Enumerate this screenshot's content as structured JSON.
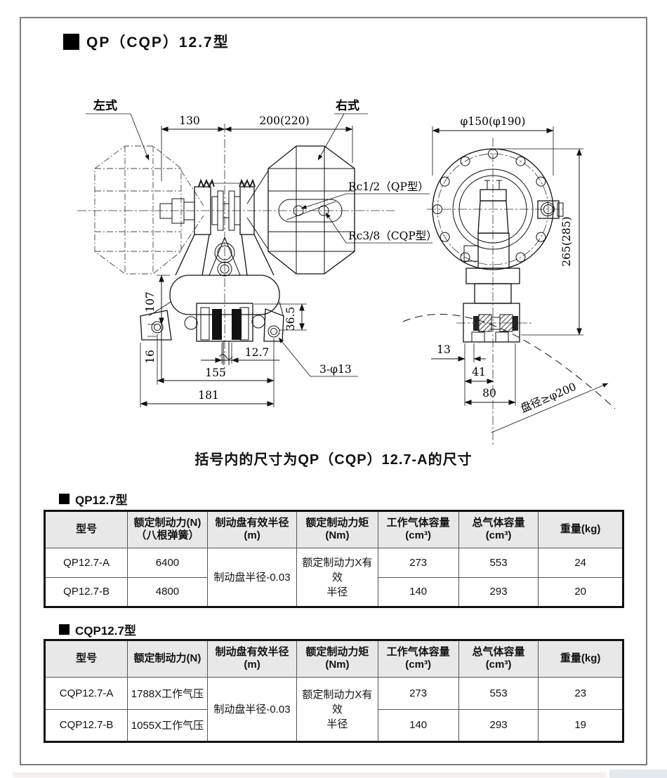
{
  "page": {
    "title": "QP（CQP）12.7型",
    "caption": "括号内的尺寸为QP（CQP）12.7-A的尺寸"
  },
  "drawing": {
    "labels": {
      "left_style": "左式",
      "right_style": "右式",
      "rc_qp": "Rc1/2（QP型）",
      "rc_cqp": "Rc3/8（CQP型）",
      "bolt_holes": "3-φ13",
      "disc_diameter": "盘径≥φ200"
    },
    "dims": {
      "d130": "130",
      "d200": "200(220)",
      "d107": "107",
      "d16": "16",
      "d36_5": "36.5",
      "d12_7": "12.7",
      "d155": "155",
      "d181": "181",
      "dphi150": "φ150(φ190)",
      "d265": "265(285)",
      "d13": "13",
      "d41": "41",
      "d80": "80"
    }
  },
  "table_qp": {
    "heading": "QP12.7型",
    "headers": [
      "型号",
      "额定制动力(N)\n（八根弹簧）",
      "制动盘有效半径\n(m)",
      "额定制动力矩\n(Nm)",
      "工作气体容量\n(cm³)",
      "总气体容量\n(cm³)",
      "重量(kg)"
    ],
    "merged": {
      "radius": "制动盘半径-0.03",
      "torque": "额定制动力X有效\n半径"
    },
    "rows": [
      {
        "model": "QP12.7-A",
        "force": "6400",
        "work_vol": "273",
        "total_vol": "553",
        "weight": "24"
      },
      {
        "model": "QP12.7-B",
        "force": "4800",
        "work_vol": "140",
        "total_vol": "293",
        "weight": "20"
      }
    ]
  },
  "table_cqp": {
    "heading": "CQP12.7型",
    "headers": [
      "型号",
      "额定制动力(N)",
      "制动盘有效半径\n(m)",
      "额定制动力矩\n(Nm)",
      "工作气体容量\n(cm³)",
      "总气体容量\n(cm³)",
      "重量(kg)"
    ],
    "merged": {
      "radius": "制动盘半径-0.03",
      "torque": "额定制动力X有效\n半径"
    },
    "rows": [
      {
        "model": "CQP12.7-A",
        "force": "1788X工作气压",
        "work_vol": "273",
        "total_vol": "553",
        "weight": "23"
      },
      {
        "model": "CQP12.7-B",
        "force": "1055X工作气压",
        "work_vol": "140",
        "total_vol": "293",
        "weight": "19"
      }
    ]
  }
}
